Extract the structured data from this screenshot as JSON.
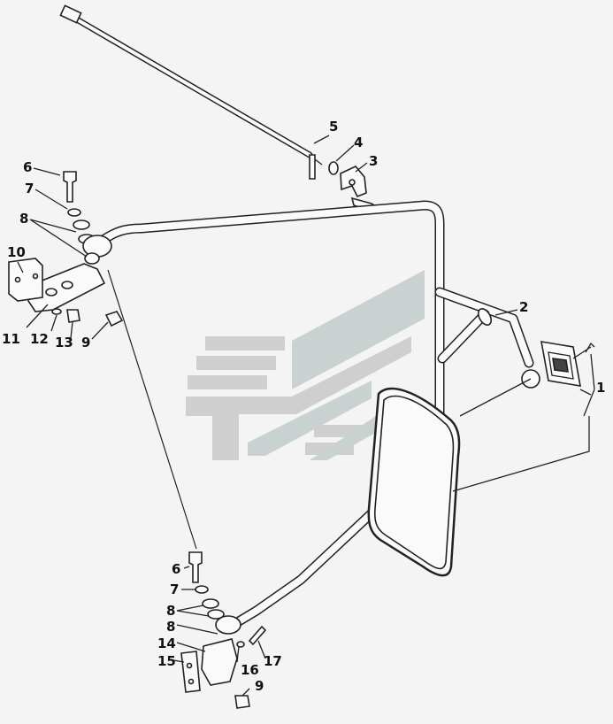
{
  "diagram": {
    "callouts": {
      "c1": "1",
      "c2": "2",
      "c3": "3",
      "c4": "4",
      "c5": "5",
      "c6_top": "6",
      "c7_top": "7",
      "c8_top": "8",
      "c9_top": "9",
      "c10": "10",
      "c11": "11",
      "c12": "12",
      "c13": "13",
      "c6_bot": "6",
      "c7_bot": "7",
      "c8_bot_a": "8",
      "c8_bot_b": "8",
      "c14": "14",
      "c15": "15",
      "c16": "16",
      "c17": "17",
      "c9_bot": "9"
    },
    "watermark": "logo",
    "colors": {
      "line": "#222222",
      "watermark": "#cfcfcf",
      "background": "#f4f4f4"
    }
  }
}
